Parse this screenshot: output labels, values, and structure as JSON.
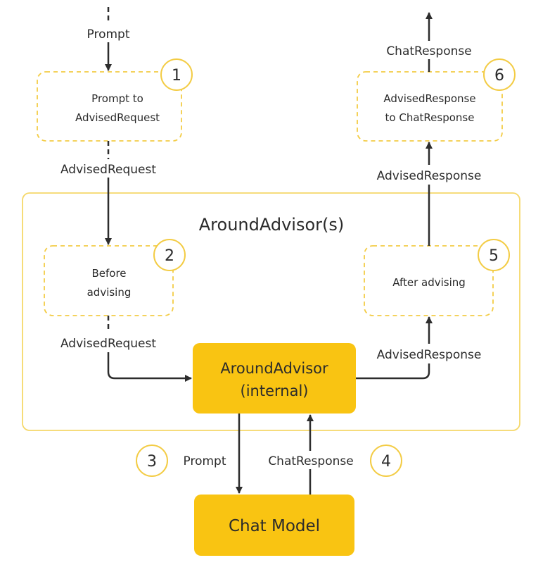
{
  "colors": {
    "accent": "#f9c412",
    "dashed_border": "#f3cc45",
    "container_border": "#f5d86a",
    "line": "#2d2d2d",
    "text": "#2b2b2b"
  },
  "labels": {
    "prompt_in": "Prompt",
    "advised_request_1": "AdvisedRequest",
    "advised_request_2": "AdvisedRequest",
    "advised_response_1": "AdvisedResponse",
    "advised_response_2": "AdvisedResponse",
    "chat_response_out": "ChatResponse",
    "prompt_down": "Prompt",
    "chat_response_up": "ChatResponse"
  },
  "steps": {
    "step1": {
      "number": "1",
      "line1": "Prompt to",
      "line2": "AdvisedRequest"
    },
    "step2": {
      "number": "2",
      "line1": "Before",
      "line2": "advising"
    },
    "step3": {
      "number": "3"
    },
    "step4": {
      "number": "4"
    },
    "step5": {
      "number": "5",
      "line1": "After advising"
    },
    "step6": {
      "number": "6",
      "line1": "AdvisedResponse",
      "line2": "to ChatResponse"
    }
  },
  "container": {
    "title": "AroundAdvisor(s)"
  },
  "internal_box": {
    "line1": "AroundAdvisor",
    "line2": "(internal)"
  },
  "chat_model": {
    "label": "Chat Model"
  }
}
